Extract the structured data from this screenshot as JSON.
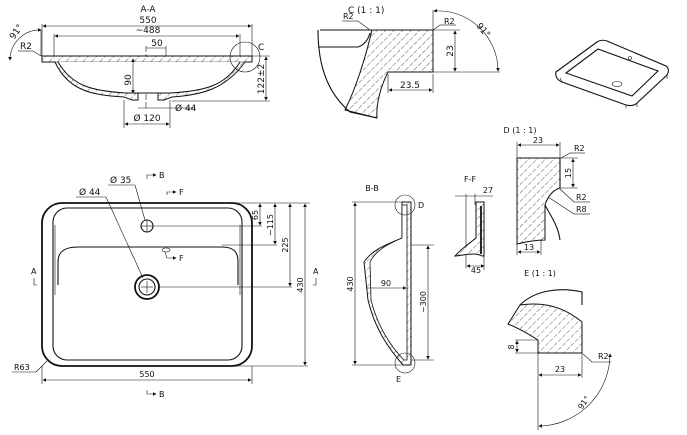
{
  "section_aa": {
    "title": "A-A",
    "width": "550",
    "inner_width": "~488",
    "tap_offset": "50",
    "depth": "90",
    "height": "122±2",
    "drain_dia": "Ø 44",
    "drain_outer_dia": "Ø 120",
    "radius": "R2",
    "angle": "91°",
    "detail_ref": "C"
  },
  "detail_c": {
    "title": "C (1 : 1)",
    "radius_left": "R2",
    "radius_right": "R2",
    "angle": "91°",
    "thickness": "23",
    "width": "23.5"
  },
  "plan_view": {
    "tap_hole": "Ø 35",
    "drain": "Ø 44",
    "dim_65": "65",
    "dim_115": "~115",
    "dim_225": "225",
    "dim_430": "430",
    "dim_550": "550",
    "corner_radius": "R63",
    "section_b": "B",
    "section_f": "F",
    "section_a": "A"
  },
  "section_bb": {
    "title": "B-B",
    "height": "430",
    "depth": "90",
    "length": "~300",
    "detail_d": "D",
    "detail_e": "E"
  },
  "section_ff": {
    "title": "F-F",
    "dim_27": "27",
    "dim_45": "45"
  },
  "detail_d": {
    "title": "D (1 : 1)",
    "width": "23",
    "radius_top": "R2",
    "height": "15",
    "radius_mid": "R2",
    "radius_r8": "R8",
    "bottom": "13"
  },
  "detail_e": {
    "title": "E (1 : 1)",
    "height": "8",
    "width": "23",
    "radius": "R2",
    "angle": "91°"
  }
}
